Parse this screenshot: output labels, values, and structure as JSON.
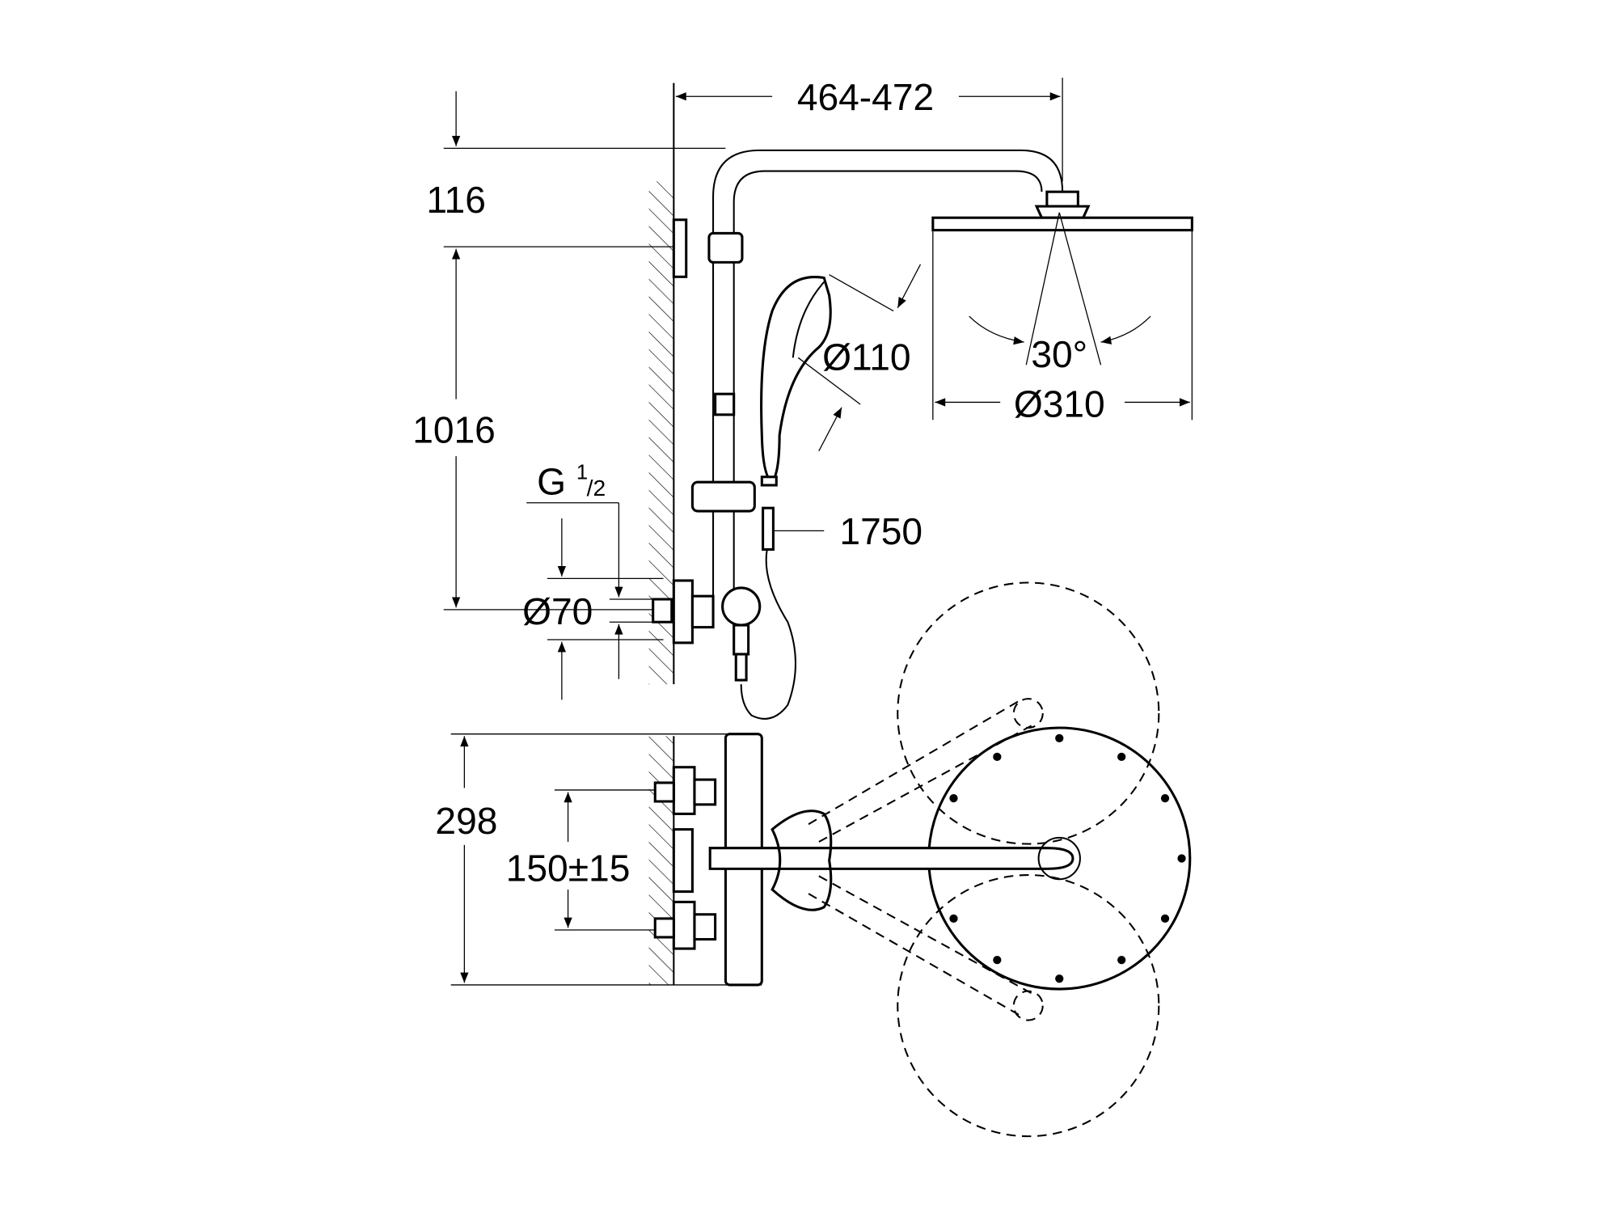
{
  "drawing": {
    "dimensions": {
      "arm_projection": "464-472",
      "top_offset": "116",
      "bracket_height": "1016",
      "thread": "G",
      "thread_sup": "1",
      "thread_sub": "/2",
      "inlet_diameter": "Ø70",
      "hand_shower_diameter": "Ø110",
      "spray_angle": "30°",
      "head_shower_diameter": "Ø310",
      "hose_length": "1750",
      "mixer_height": "298",
      "inlet_spacing": "150±15"
    },
    "color": "#000000"
  }
}
